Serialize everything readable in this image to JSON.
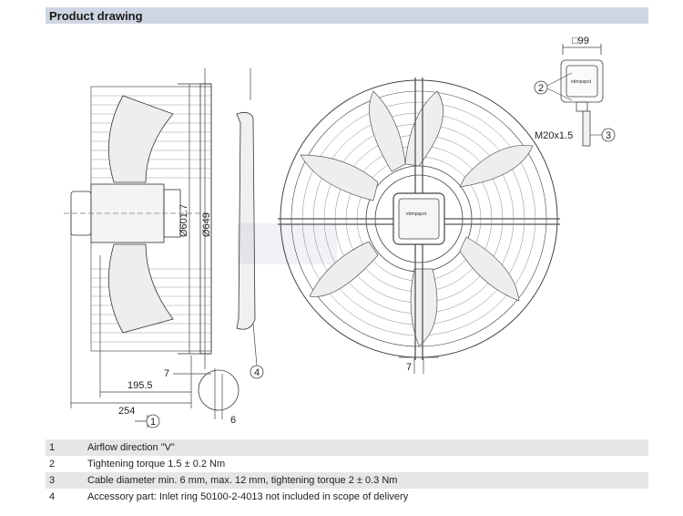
{
  "header": {
    "title": "Product drawing"
  },
  "drawing": {
    "dims": {
      "d1": "Ø601.7",
      "d2": "Ø649",
      "w1": "195.5",
      "w2": "254",
      "seven_left": "7",
      "seven_right": "7",
      "six": "6",
      "box99": "□99",
      "thread": "M20x1.5"
    },
    "callouts": {
      "c1": "1",
      "c2": "2",
      "c3": "3",
      "c4": "4"
    },
    "brand": "ebmpapst"
  },
  "notes": [
    {
      "num": "1",
      "text": "Airflow direction \"V\""
    },
    {
      "num": "2",
      "text": "Tightening torque 1.5 ± 0.2 Nm"
    },
    {
      "num": "3",
      "text": "Cable diameter min. 6 mm, max. 12 mm, tightening torque 2 ± 0.3 Nm"
    },
    {
      "num": "4",
      "text": "Accessory part: Inlet ring 50100-2-4013 not included in scope of delivery"
    }
  ]
}
